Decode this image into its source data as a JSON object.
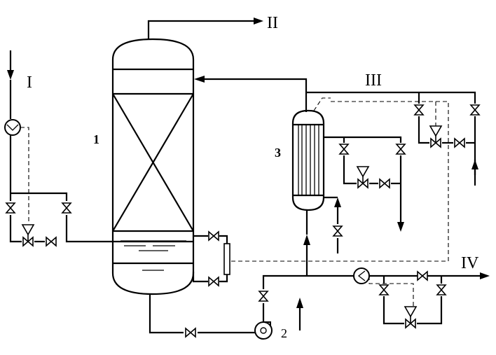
{
  "labels": {
    "stream_1": "I",
    "stream_2": "II",
    "stream_3": "III",
    "stream_4": "IV",
    "column": "1",
    "pump": "2",
    "heat_exchanger": "3"
  },
  "colors": {
    "line": "#000000",
    "background": "#ffffff"
  }
}
